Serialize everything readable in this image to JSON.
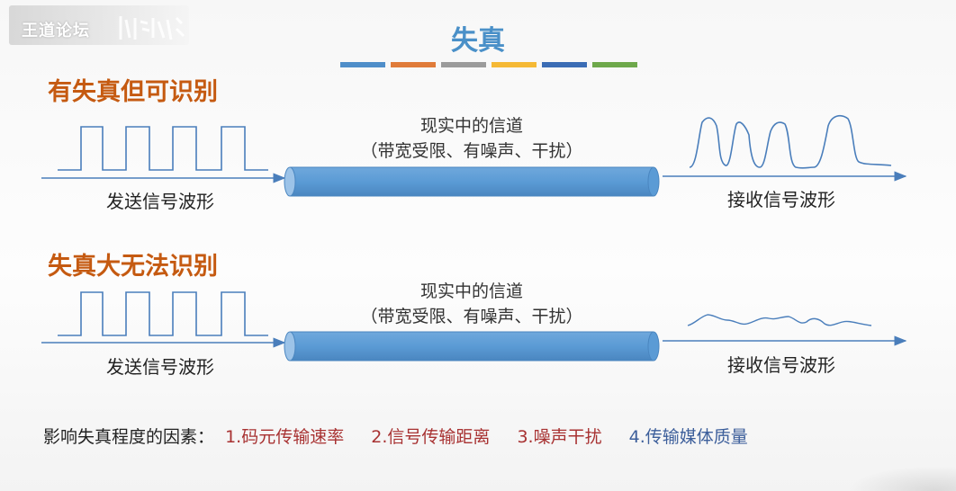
{
  "watermark": {
    "text": "王道论坛"
  },
  "title": "失真",
  "accent_colors": [
    "#4f8ec9",
    "#e07b39",
    "#9b9b9b",
    "#f5b935",
    "#3b6db5",
    "#6ea84b"
  ],
  "sections": [
    {
      "heading": "有失真但可识别",
      "channel_line1": "现实中的信道",
      "channel_line2": "（带宽受限、有噪声、干扰）",
      "send_label": "发送信号波形",
      "recv_label": "接收信号波形"
    },
    {
      "heading": "失真大无法识别",
      "channel_line1": "现实中的信道",
      "channel_line2": "（带宽受限、有噪声、干扰）",
      "send_label": "发送信号波形",
      "recv_label": "接收信号波形"
    }
  ],
  "factors": {
    "prefix": "影响失真程度的因素：",
    "items": [
      "1.码元传输速率",
      "2.信号传输距离",
      "3.噪声干扰",
      "4.传输媒体质量"
    ]
  },
  "colors": {
    "title": "#4a90c8",
    "heading": "#c55a11",
    "pipe": "#5b9bd5",
    "signal": "#4a7ebb"
  }
}
